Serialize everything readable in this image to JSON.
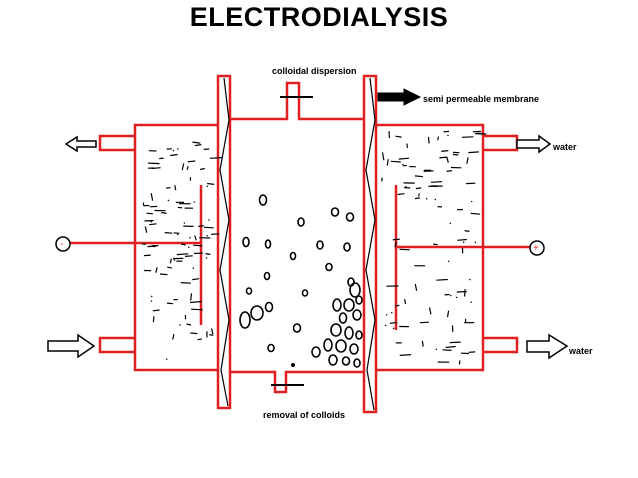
{
  "title": "ELECTRODIALYSIS",
  "labels": {
    "colloidal_dispersion": "colloidal dispersion",
    "semi_permeable_membrane": "semi permeable membrane",
    "water_top": "water",
    "water_bottom": "water",
    "removal_of_colloids": "removal of colloids",
    "negative_electrode": "-",
    "positive_electrode": "+"
  },
  "colors": {
    "vessel": "#e02020",
    "ink": "#000000",
    "background": "#ffffff"
  },
  "icons": [
    "left-arrow-icon",
    "right-arrow-icon",
    "hollow-arrow-icon"
  ]
}
